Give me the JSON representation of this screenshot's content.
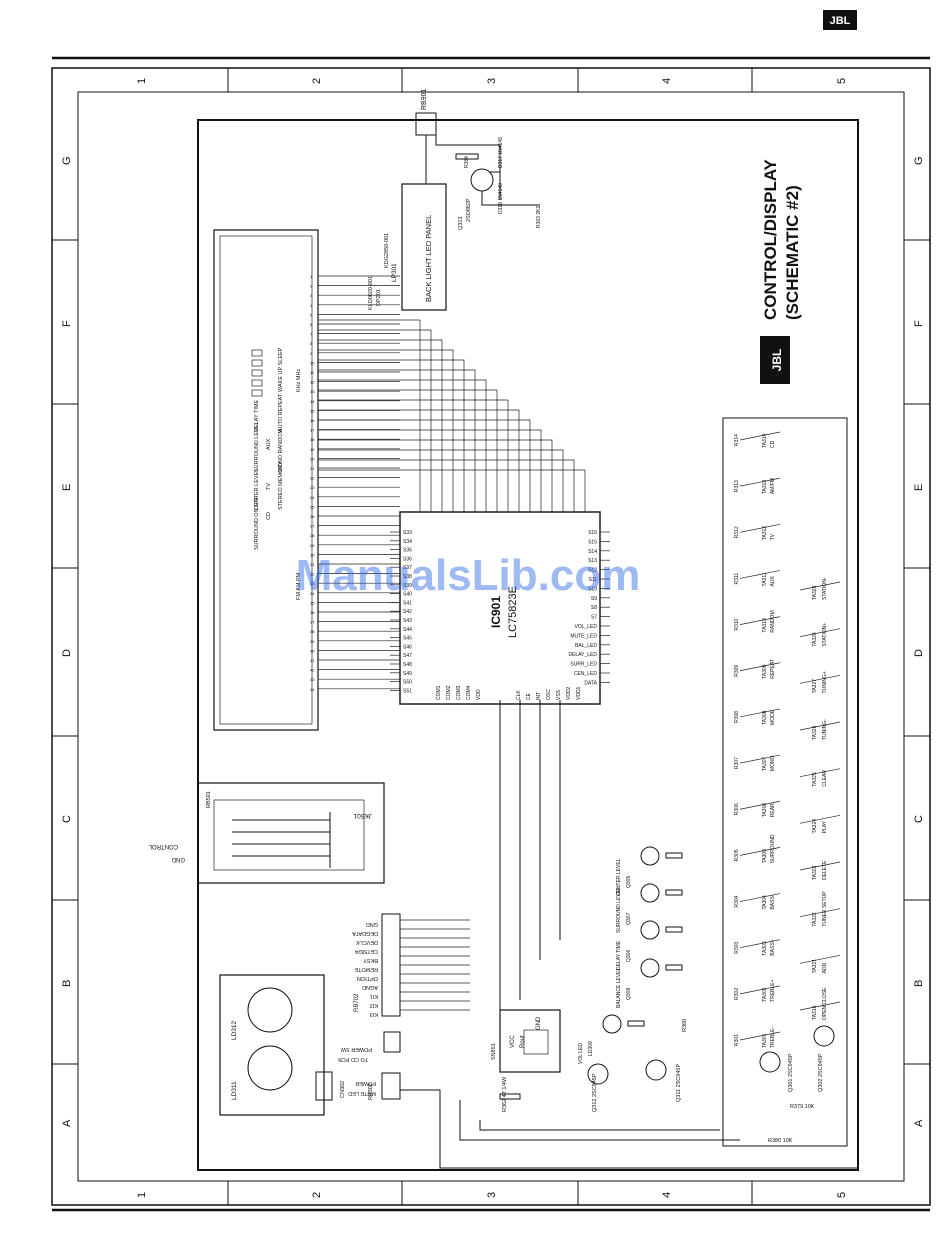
{
  "brand": {
    "logo_text": "JBL"
  },
  "title": {
    "line1": "CONTROL/DISPLAY",
    "line2": "(SCHEMATIC #2)"
  },
  "watermark": "ManualsLib.com",
  "grid": {
    "columns": [
      "1",
      "2",
      "3",
      "4",
      "5"
    ],
    "rows": [
      "G",
      "F",
      "E",
      "D",
      "C",
      "B",
      "A"
    ]
  },
  "components": {
    "rb901": "RB901",
    "lp301": "LP301",
    "lp301_part": "KDG2850-001",
    "backlight_panel": "BACK LIGHT LED PANEL",
    "dp201": "DP201",
    "dp201_part": "KLD0020-001",
    "q313": "Q313",
    "q313_part": "2SD882P",
    "r364": "R364",
    "r363": "R363 2K2",
    "d317": "D317 1N4148",
    "d318": "D318 1N4148",
    "ic901": "IC901",
    "ic901_part": "LC75823E",
    "jk501": "JK501",
    "rb501": "RB501",
    "cn302": "CN302",
    "ld311": "LD311",
    "ld312": "LD312",
    "rb702": "RB702",
    "rb301": "RB301",
    "rb302": "RB302",
    "sn851": "SN851",
    "ic_pins": {
      "vcc": "VCC",
      "rout": "Rout",
      "gnd": "GND"
    },
    "q311": "Q311 2SC945P",
    "q312": "Q312 2SC945P",
    "r362": "R362 47 1/4W",
    "r360": "R360"
  },
  "connectors": {
    "rb702_pins": [
      "GND",
      "DEGDATA",
      "DEVCLK",
      "CE75824",
      "BKSY",
      "REMOTE",
      "OPTION",
      "AGND",
      "KI1",
      "KI2",
      "KI3"
    ],
    "rb301_pins": [
      "TO CD PCB",
      "POWER SW"
    ],
    "rb302_pins": [
      "POWER",
      "MUTE LED"
    ],
    "jk501_pins": [
      "CONTROL",
      "GND"
    ]
  },
  "ic_left_pins": [
    "S33",
    "S34",
    "S35",
    "S36",
    "S37",
    "S38",
    "S39",
    "S40",
    "S41",
    "S42",
    "S43",
    "S44",
    "S45",
    "S46",
    "S47",
    "S48",
    "S49",
    "S50",
    "S51",
    "COM1",
    "COM2",
    "COM3",
    "COM4",
    "VDD"
  ],
  "ic_right_pins": [
    "S16",
    "S15",
    "S14",
    "S13",
    "S12",
    "S11",
    "S10",
    "S9",
    "S8",
    "S7",
    "VOL_LED",
    "MUTE_LED",
    "BAL_LED",
    "DELAY_LED",
    "SURR_LED",
    "CEN_LED",
    "DATA",
    "CLK",
    "CE",
    "INT",
    "OSC",
    "VSS",
    "VDD2",
    "VDD1"
  ],
  "display_labels": [
    "SURROUND ON OFF",
    "CENTER LEVEL",
    "SURROUND LEVEL",
    "DELAY TIME",
    "STEREO MEMORY",
    "MONO RANDOM",
    "AUTO REPEAT",
    "WAKE UP SLEEP",
    "TV",
    "CD",
    "AUX",
    "KHz MHz",
    "FM AM PM"
  ],
  "leds": [
    {
      "ref": "Q305",
      "label": "CENTER LEVEL"
    },
    {
      "ref": "Q307",
      "label": "SURROUND LEVEL"
    },
    {
      "ref": "Q306",
      "label": "DELAY TIME"
    },
    {
      "ref": "Q308",
      "label": "BALANCE LEVEL"
    },
    {
      "ref": "LD309",
      "label": "VOL LED"
    }
  ],
  "switches": {
    "top_row": [
      {
        "res": "R301",
        "key": "TA301",
        "label": "TREBLE-"
      },
      {
        "res": "R302",
        "key": "TA302",
        "label": "TREBLE+"
      },
      {
        "res": "R303",
        "key": "TA303",
        "label": "BASS+"
      },
      {
        "res": "R304",
        "key": "TA304",
        "label": "BASS-"
      },
      {
        "res": "R305",
        "key": "TA305",
        "label": "SURROUND"
      },
      {
        "res": "R306",
        "key": "TA306",
        "label": "REAR"
      },
      {
        "res": "R307",
        "key": "TA307",
        "label": "MONO"
      },
      {
        "res": "R308",
        "key": "TA308",
        "label": "MODE"
      },
      {
        "res": "R309",
        "key": "TA309",
        "label": "REPEAT"
      },
      {
        "res": "R310",
        "key": "TA310",
        "label": "RANDOM"
      },
      {
        "res": "R311",
        "key": "TA311",
        "label": "AUX"
      },
      {
        "res": "R312",
        "key": "TA312",
        "label": "TV"
      },
      {
        "res": "R313",
        "key": "TA313",
        "label": "AM/FM"
      },
      {
        "res": "R314",
        "key": "TA314",
        "label": "CD"
      }
    ],
    "bottom_row": [
      {
        "key": "TA315",
        "label": "OPEN/CLOSE"
      },
      {
        "key": "TA321",
        "label": "ADD"
      },
      {
        "key": "TA322",
        "label": "TUNER SETUP"
      },
      {
        "key": "TA323",
        "label": "DELETE"
      },
      {
        "key": "TA324",
        "label": "PLAY"
      },
      {
        "key": "TA325",
        "label": "CLEAR"
      },
      {
        "key": "TA326",
        "label": "TUNING-"
      },
      {
        "key": "TA327",
        "label": "TUNING+"
      },
      {
        "key": "TA328",
        "label": "STATION+"
      },
      {
        "key": "TA329",
        "label": "STATION-"
      }
    ],
    "transistors": [
      "Q301 2SC945P",
      "Q302 2SC945P"
    ],
    "resistors": [
      "R379 10K",
      "R380 10K"
    ]
  }
}
